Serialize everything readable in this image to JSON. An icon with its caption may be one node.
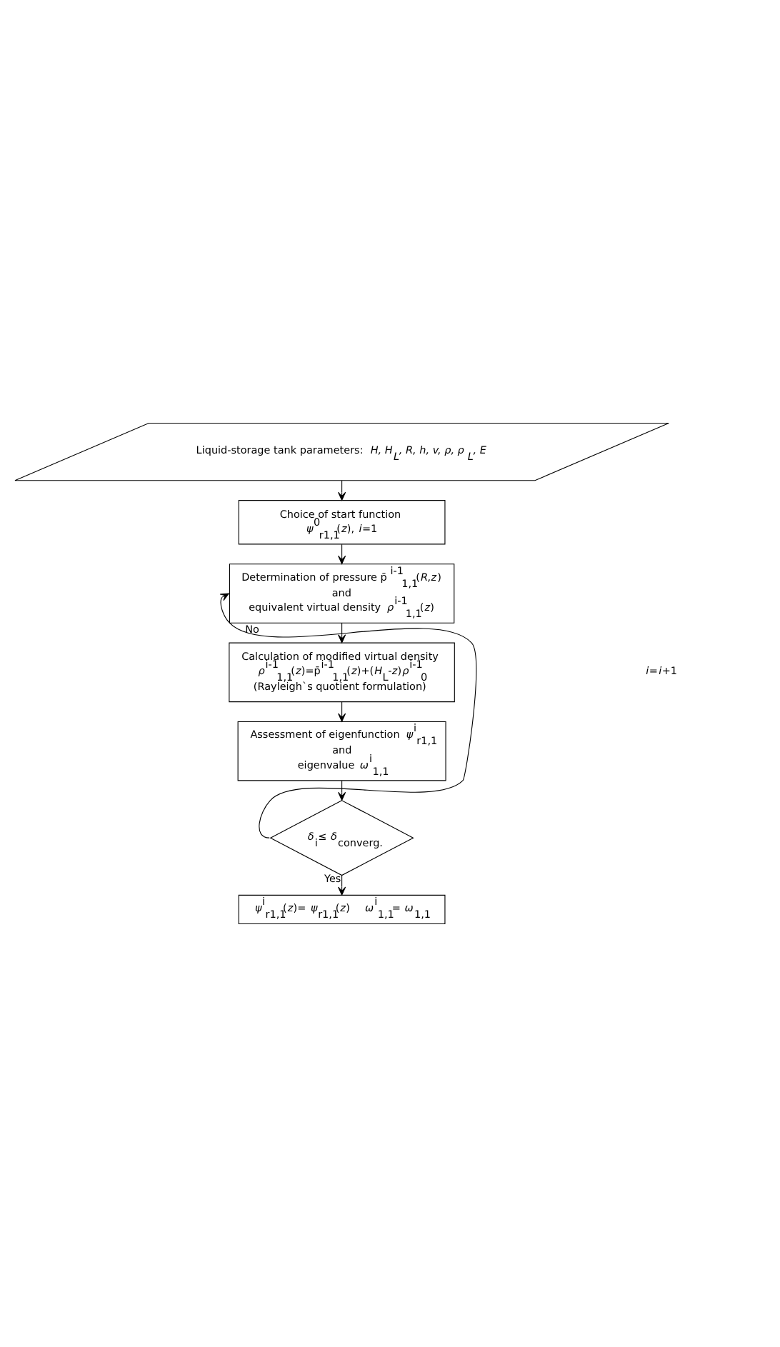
{
  "diagram": {
    "nodes": [
      {
        "text": [
          "Liquid-storage tank parameters: *H, H$_{L}$, R, h, v, ρ, ρ$_{L}$, E*"
        ]
      },
      {
        "text": [
          "Choice of start function",
          "*ψ*$^{0}$$_{r1,1}$(*z*), *i*=1"
        ]
      },
      {
        "text": [
          "Determination of pressure p̄$^{i-1}$$_{1,1}$(*R,z*)",
          "and",
          "equivalent virtual density *ρ*$^{i-1}$$_{1,1}$(*z*)"
        ]
      },
      {
        "text": [
          "Calculation of modified virtual density",
          "*ρ*$^{i-1}$$_{1,1}$(*z*)=p̄$^{i-1}$$_{1,1}$(*z*)+(*H*$_{L}$-*z*)*ρ*$^{i-1}$$_{0}$",
          "(Rayleigh`s quotient formulation)"
        ]
      },
      {
        "text": [
          "Assessment of eigenfunction *ψ*$^{i}$$_{r1,1}$",
          "and",
          "eigenvalue *ω*$^{i}$$_{1,1}$"
        ]
      },
      {
        "text": [
          "*δ*$_{i}$≤ *δ*$_{converg.}$"
        ]
      },
      {
        "text": [
          "*ψ*$^{i}$$_{r1,1}$(*z*)= *ψ*$_{r1,1}$(*z*)    *ω*$^{i}$$_{1,1}$= *ω*$_{1,1}$"
        ]
      }
    ],
    "edges": [
      {
        "from": 0,
        "to": 1,
        "arrow": "to"
      },
      {
        "from": 1,
        "to": 2,
        "arrow": "to"
      },
      {
        "from": 2,
        "to": 3,
        "arrow": "to"
      },
      {
        "from": 3,
        "to": 4,
        "arrow": "to"
      },
      {
        "from": 4,
        "to": 5,
        "arrow": "to"
      },
      {
        "from": 5,
        "to": 2,
        "arrow": "to",
        "label": "No"
      },
      {
        "from": 5,
        "to": 6,
        "arrow": "to",
        "label": "Yes"
      }
    ],
    "labels": [
      "*i*=*i*+1"
    ]
  }
}
